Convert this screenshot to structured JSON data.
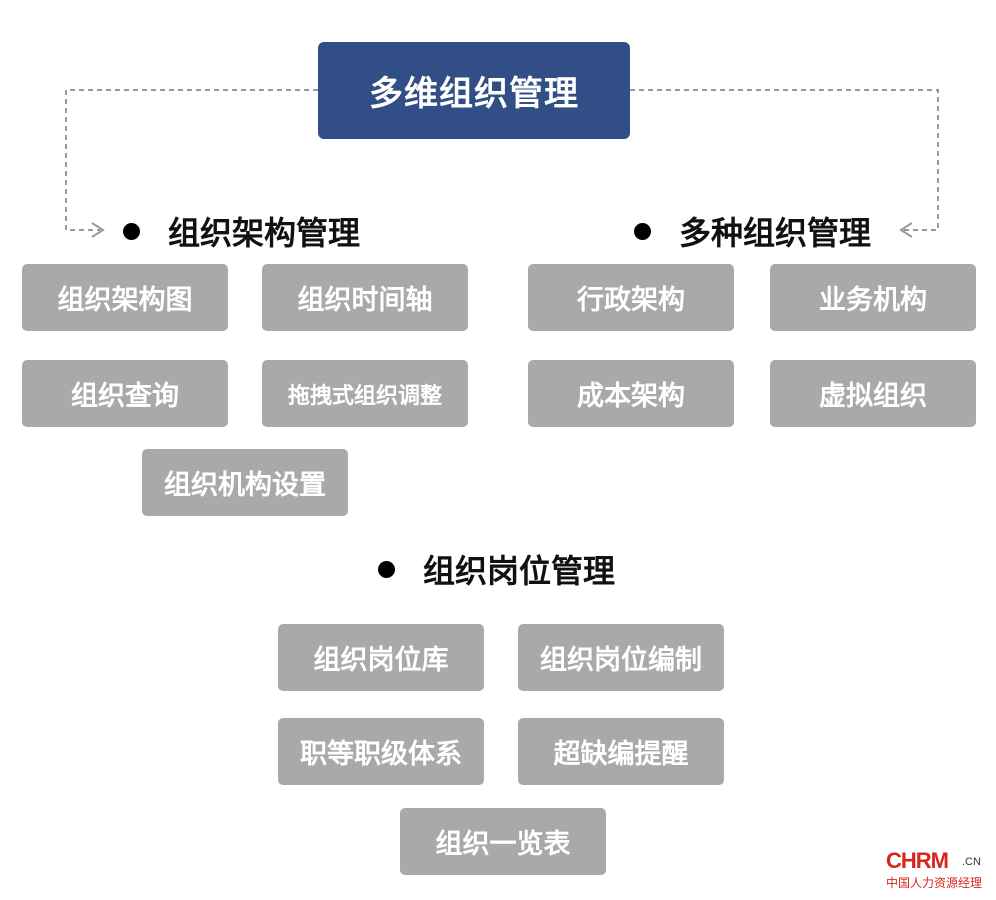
{
  "root": {
    "label": "多维组织管理"
  },
  "sections": [
    {
      "title": "组织架构管理",
      "items": [
        "组织架构图",
        "组织时间轴",
        "组织查询",
        "拖拽式组织调整",
        "组织机构设置"
      ]
    },
    {
      "title": "多种组织管理",
      "items": [
        "行政架构",
        "业务机构",
        "成本架构",
        "虚拟组织"
      ]
    },
    {
      "title": "组织岗位管理",
      "items": [
        "组织岗位库",
        "组织岗位编制",
        "职等职级体系",
        "超缺编提醒",
        "组织一览表"
      ]
    }
  ],
  "logo": {
    "main": "CHRM",
    "tld": ".CN",
    "sub": "中国人力资源经理"
  },
  "colors": {
    "root_fill": "#314f86",
    "node_fill": "#a9a9a9",
    "connector": "#999999",
    "logo": "#d9261c"
  }
}
